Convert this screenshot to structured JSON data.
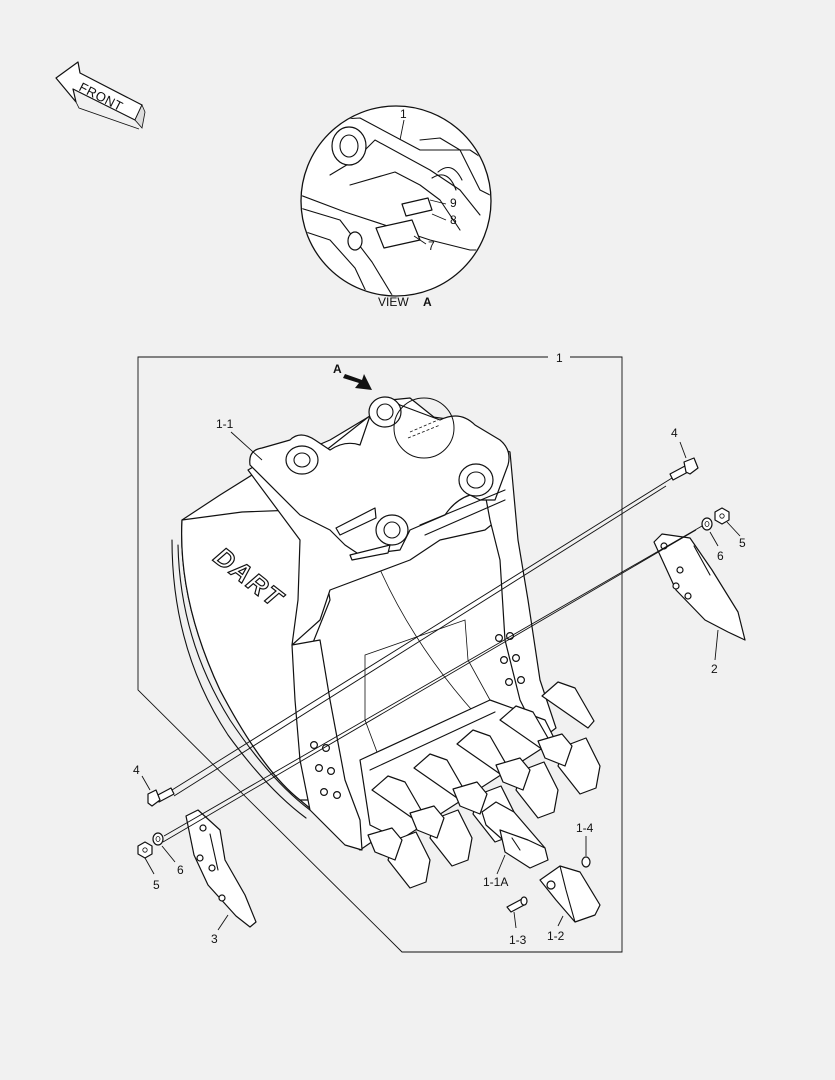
{
  "front_arrow": {
    "label": "FRONT"
  },
  "view": {
    "caption": "VIEW",
    "caption_letter": "A",
    "labels": {
      "body": "1",
      "plate_9": "9",
      "plate_8": "8",
      "plate_7": "7"
    }
  },
  "main": {
    "frame_label": "1",
    "view_arrow_letter": "A",
    "logo_text": "DART",
    "labels": {
      "bucket_body": "1-1",
      "bolt_right": "4",
      "washer_right": "6",
      "nut_right": "5",
      "side_cutter_right": "2",
      "bolt_left": "4",
      "washer_left": "6",
      "nut_left": "5",
      "side_cutter_left": "3",
      "lock_washer": "1-4",
      "adapter": "1-1A",
      "pin": "1-3",
      "tooth": "1-2"
    }
  }
}
